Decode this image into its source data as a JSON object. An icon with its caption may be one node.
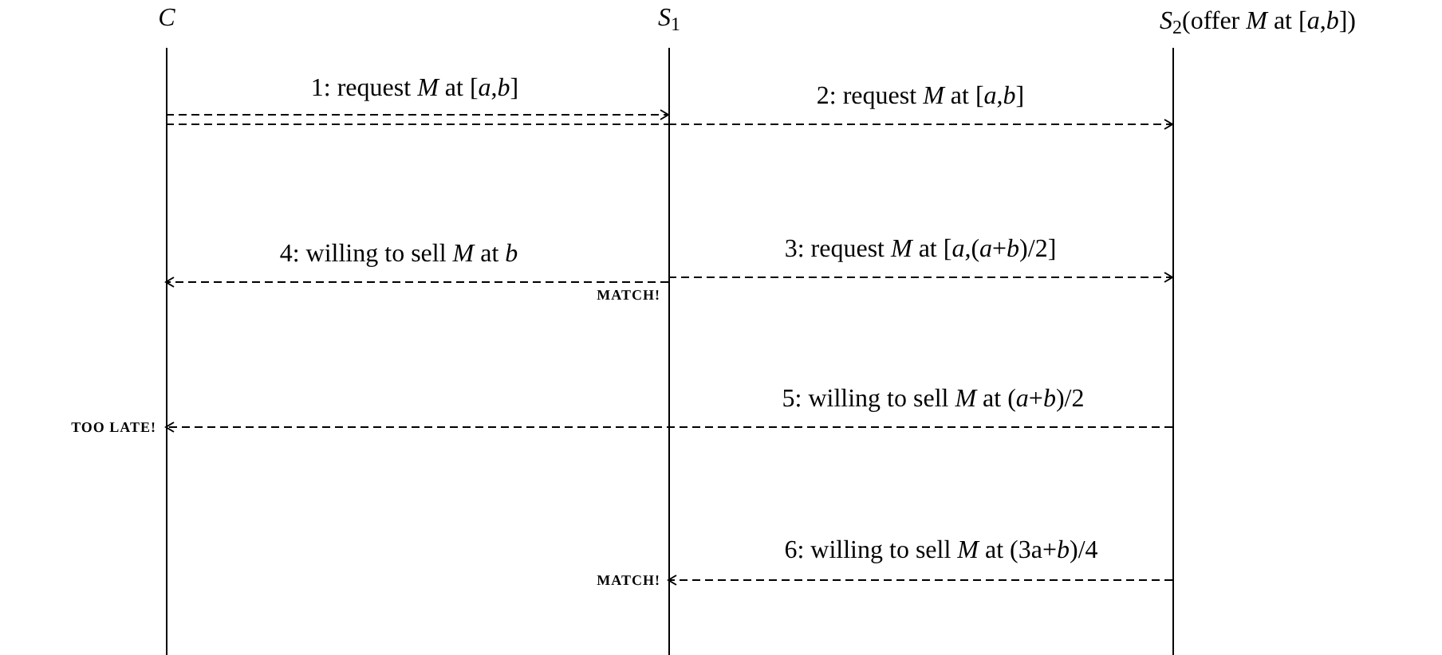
{
  "diagram": {
    "nodes": [
      {
        "text": [
          "*C*"
        ]
      },
      {
        "text": [
          "*S*$_{1}$"
        ]
      },
      {
        "text": [
          "*S*$_{2}$(offer *M* at [*a*,*b*])"
        ]
      }
    ],
    "edges": [
      {
        "from": 0,
        "to": 1,
        "arrow": "to",
        "label": "1: request *M* at [*a*,*b*]"
      },
      {
        "from": 0,
        "to": 1,
        "arrow": "none"
      },
      {
        "from": 1,
        "to": 2,
        "arrow": "to",
        "label": "2: request *M* at [*a*,*b*]"
      },
      {
        "from": 1,
        "to": 2,
        "arrow": "to",
        "label": "3: request *M* at [*a*,(*a*+*b*)/2]"
      },
      {
        "from": 1,
        "to": 0,
        "arrow": "to",
        "label": "4: willing to sell *M* at *b*"
      },
      {
        "from": 2,
        "to": 0,
        "arrow": "to",
        "label": "5: willing to sell *M* at (*a*+*b*)/2"
      },
      {
        "from": 2,
        "to": 1,
        "arrow": "to",
        "label": "6: willing to sell *M* at (3a+*b*)/4"
      }
    ],
    "labels": [
      "MATCH!",
      "TOO LATE!",
      "MATCH!"
    ]
  }
}
